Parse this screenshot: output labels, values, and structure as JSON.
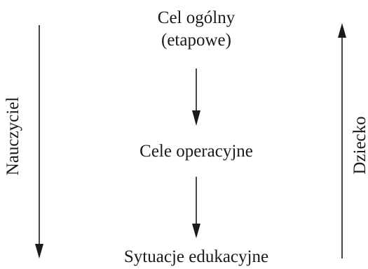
{
  "diagram": {
    "nodes": {
      "top_line1": "Cel ogólny",
      "top_line2": "(etapowe)",
      "middle": "Cele operacyjne",
      "bottom": "Sytuacje edukacyjne"
    },
    "side_labels": {
      "left": "Nauczyciel",
      "right": "Dziecko"
    },
    "arrow_color": "#1a1a1a",
    "text_color": "#1a1a1a"
  }
}
